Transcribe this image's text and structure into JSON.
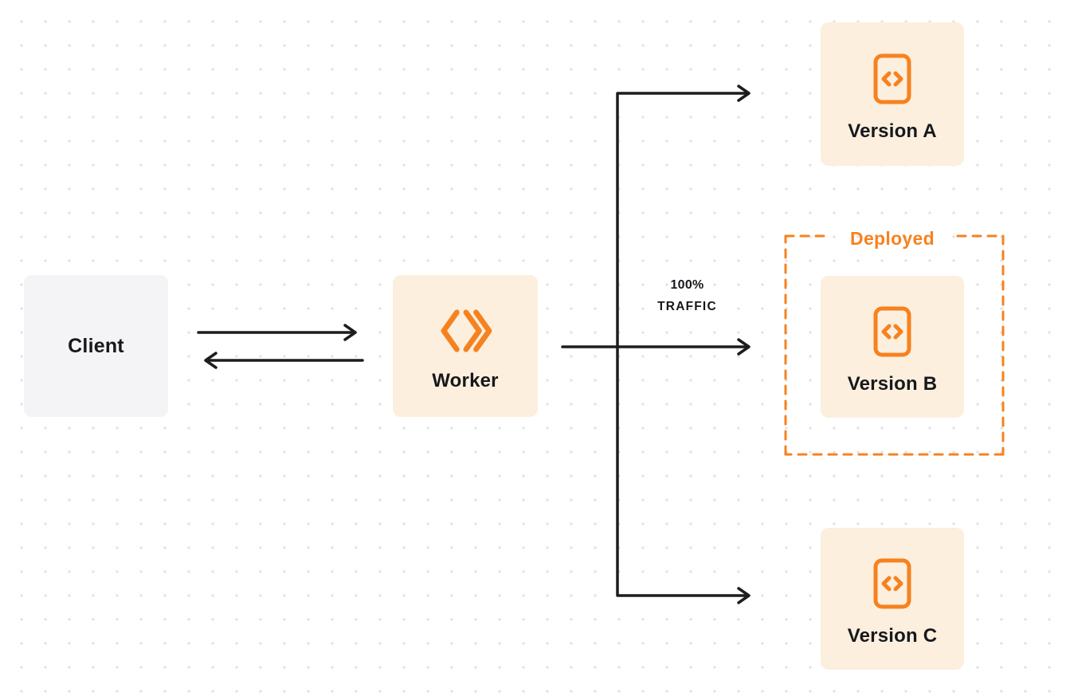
{
  "diagram": {
    "nodes": {
      "client": {
        "label": "Client"
      },
      "worker": {
        "label": "Worker",
        "icon": "workers-logo-icon"
      },
      "version_a": {
        "label": "Version A",
        "icon": "code-icon"
      },
      "version_b": {
        "label": "Version B",
        "icon": "code-icon"
      },
      "version_c": {
        "label": "Version C",
        "icon": "code-icon"
      }
    },
    "annotations": {
      "deployed": "Deployed",
      "traffic_line1": "100%",
      "traffic_line2": "TRAFFIC"
    },
    "edges": [
      {
        "from": "client",
        "to": "worker",
        "type": "request-arrow"
      },
      {
        "from": "worker",
        "to": "client",
        "type": "response-arrow"
      },
      {
        "from": "worker",
        "to": "version_a",
        "type": "traffic-arrow"
      },
      {
        "from": "worker",
        "to": "version_b",
        "type": "traffic-arrow",
        "label": "100% TRAFFIC"
      },
      {
        "from": "worker",
        "to": "version_c",
        "type": "traffic-arrow"
      }
    ]
  },
  "colors": {
    "orange": "#F6821F",
    "cream": "#FCEFDE",
    "gray_box": "#F4F4F6",
    "line": "#1D1D1F",
    "dot": "#E2E2E6",
    "text": "#17181C"
  }
}
